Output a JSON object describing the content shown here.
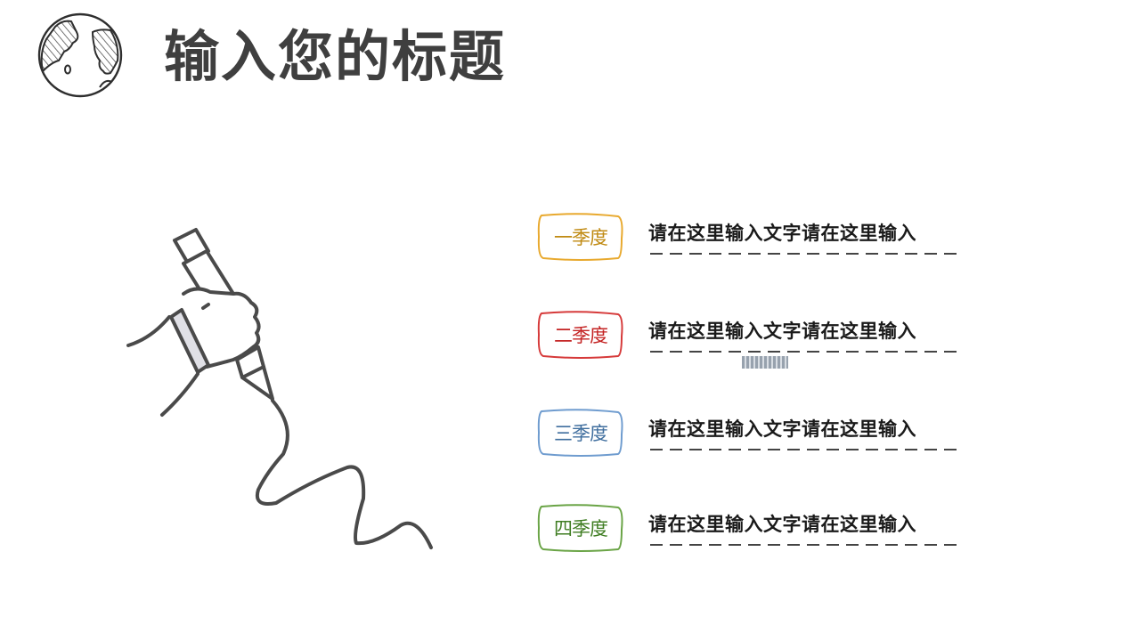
{
  "header": {
    "title": "输入您的标题",
    "icon": "globe-icon"
  },
  "illustration": {
    "name": "hand-holding-pen-icon"
  },
  "rows": [
    {
      "badge": "一季度",
      "color": "#e8a92e",
      "text_color": "#c08a12",
      "text": "请在这里输入文字请在这里输入"
    },
    {
      "badge": "二季度",
      "color": "#d63a3a",
      "text_color": "#c42323",
      "text": "请在这里输入文字请在这里输入"
    },
    {
      "badge": "三季度",
      "color": "#6f9ccf",
      "text_color": "#3f6e9e",
      "text": "请在这里输入文字请在这里输入"
    },
    {
      "badge": "四季度",
      "color": "#6aa446",
      "text_color": "#3f7d22",
      "text": "请在这里输入文字请在这里输入"
    }
  ],
  "colors": {
    "stroke": "#4a4a4a",
    "title": "#3f3f3f",
    "cuff": "#e0e0e6"
  }
}
